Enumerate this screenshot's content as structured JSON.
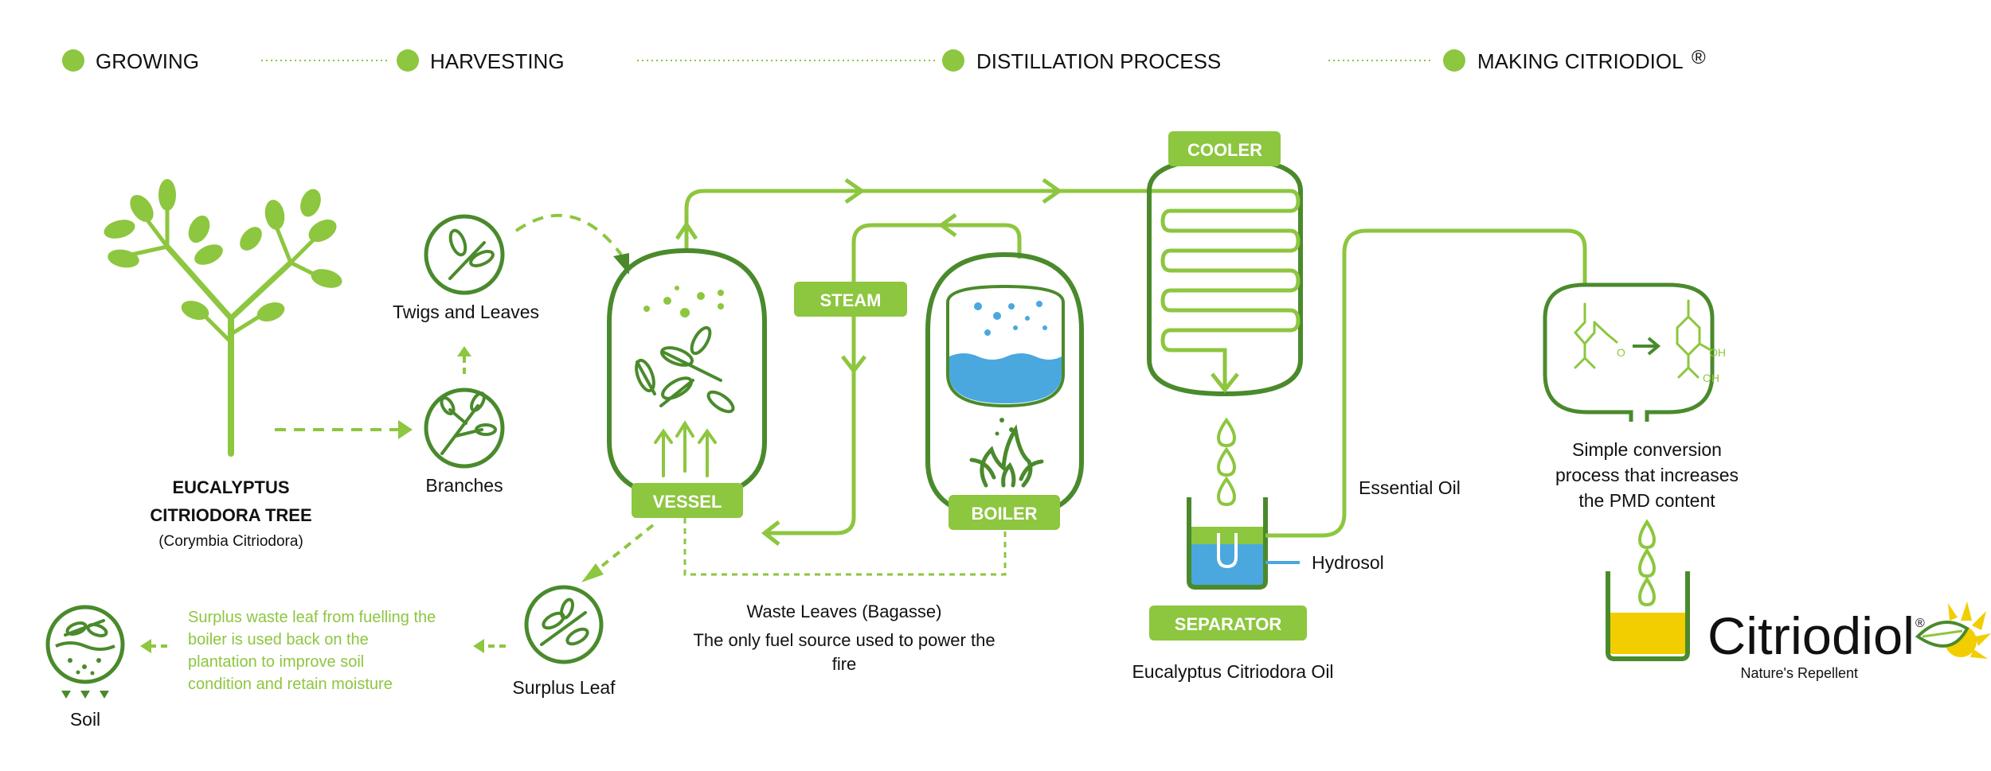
{
  "colors": {
    "light_green": "#8dc63f",
    "dark_green": "#4a8a2c",
    "pale_green": "#a9d26a",
    "water_blue": "#4aa8df",
    "oil_yellow": "#f2cd00",
    "text": "#111111"
  },
  "stages": [
    {
      "label": "GROWING"
    },
    {
      "label": "HARVESTING"
    },
    {
      "label": "DISTILLATION PROCESS"
    },
    {
      "label": "MAKING CITRIODIOL",
      "suffix": "®"
    }
  ],
  "tree": {
    "name_line1": "EUCALYPTUS",
    "name_line2": "CITRIODORA TREE",
    "latin": "(Corymbia Citriodora)"
  },
  "labels": {
    "twigs": "Twigs and Leaves",
    "branches": "Branches",
    "surplus_leaf": "Surplus Leaf",
    "soil": "Soil",
    "surplus_note": [
      "Surplus waste leaf from fuelling the",
      "boiler is used back on the",
      "plantation to improve soil",
      "condition and retain moisture"
    ],
    "vessel": "VESSEL",
    "steam": "STEAM",
    "boiler": "BOILER",
    "cooler": "COOLER",
    "separator": "SEPARATOR",
    "waste_title": "Waste Leaves (Bagasse)",
    "waste_desc": [
      "The only fuel source used to power the",
      "fire"
    ],
    "essential_oil": "Essential Oil",
    "hydrosol": "Hydrosol",
    "eucalyptus_oil": "Eucalyptus Citriodora Oil",
    "conversion": [
      "Simple conversion",
      "process that increases",
      "the PMD content"
    ],
    "chem_o": "O",
    "chem_oh1": "OH",
    "chem_oh2": "OH"
  },
  "brand": {
    "name": "Citriodiol",
    "reg": "®",
    "tagline": "Nature's Repellent"
  }
}
